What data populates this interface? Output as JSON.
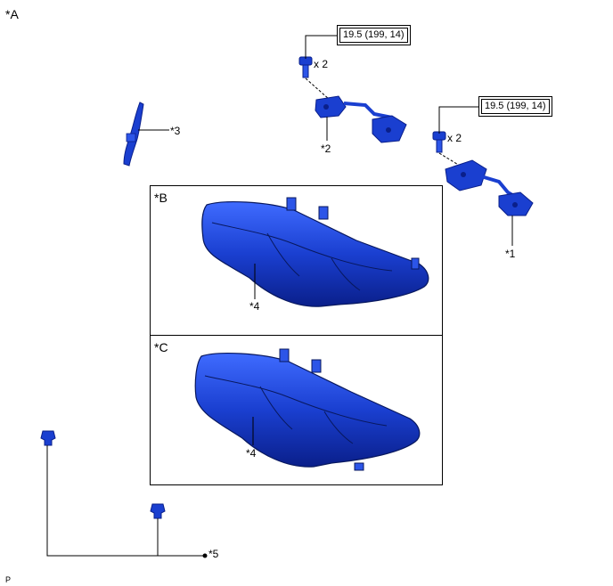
{
  "labels": {
    "view_a": "*A",
    "view_b": "*B",
    "view_c": "*C",
    "part_1": "*1",
    "part_2": "*2",
    "part_3": "*3",
    "part_4_b": "*4",
    "part_4_c": "*4",
    "part_5": "*5",
    "corner": "P"
  },
  "torque": {
    "upper": "19.5 (199, 14)",
    "lower": "19.5 (199, 14)"
  },
  "quantity": {
    "upper": "x 2",
    "lower": "x 2"
  },
  "colors": {
    "part_blue": "#1a3fd0",
    "part_dark": "#0a1f8a",
    "line": "#000000"
  }
}
